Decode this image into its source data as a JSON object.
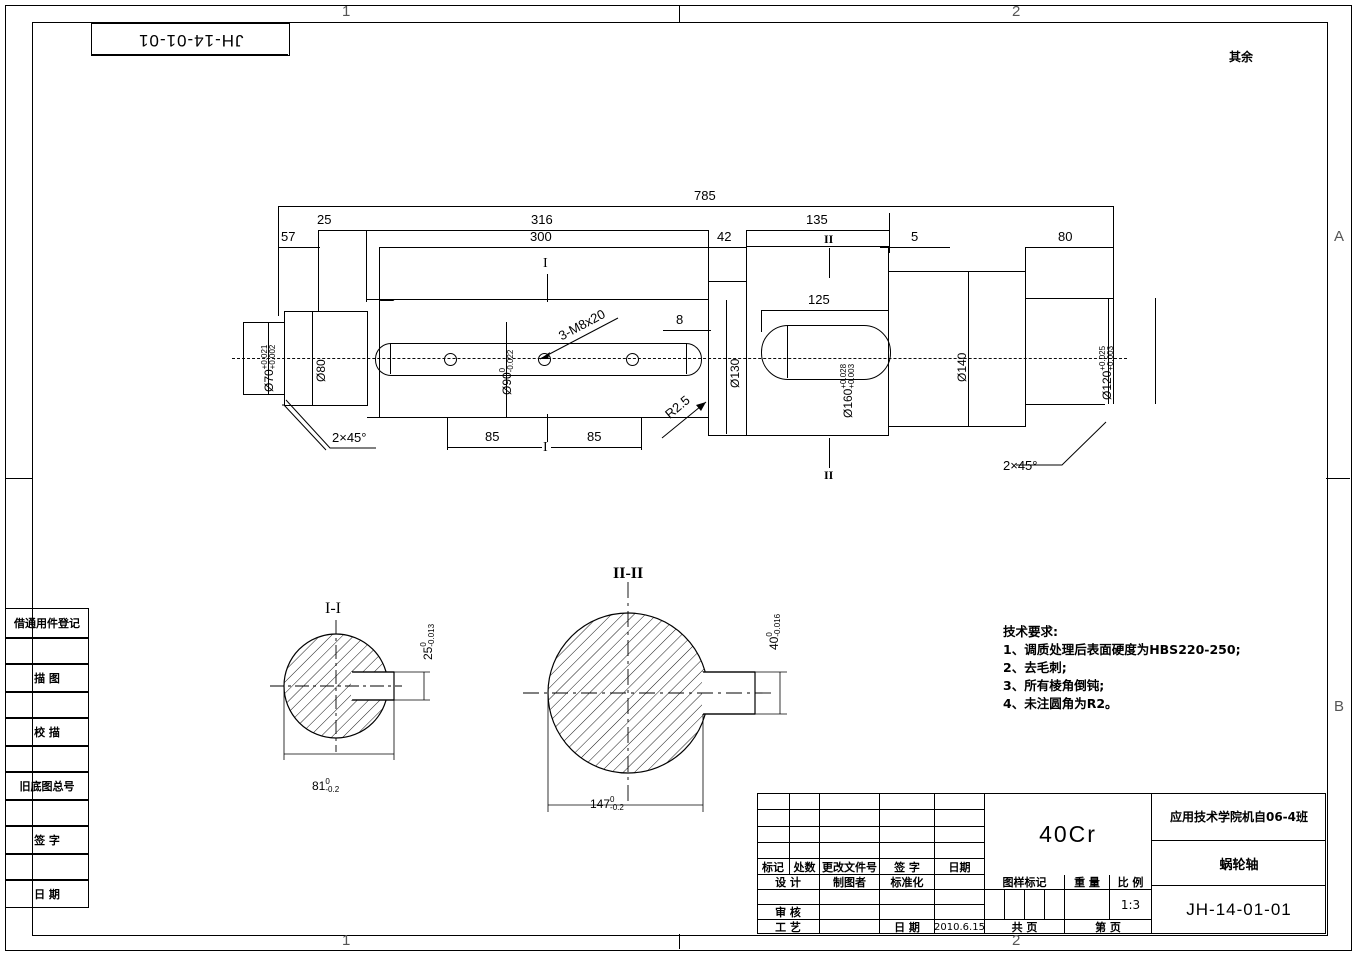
{
  "sheet": {
    "zone_cols": [
      "1",
      "2"
    ],
    "zone_rows": [
      "A",
      "B"
    ],
    "corner_code": "JH-14-01-01",
    "surface_note": "其余"
  },
  "drawing": {
    "title_hint": "蜗轮轴",
    "dimensions": {
      "overall": "785",
      "d25": "25",
      "d57": "57",
      "d316": "316",
      "d300": "300",
      "d42": "42",
      "d135": "135",
      "d125": "125",
      "d5": "5",
      "d80len": "80",
      "d8": "8",
      "d85a": "85",
      "d85b": "85"
    },
    "diameters": {
      "d70": "Ø70",
      "d70_tol_up": "+0.021",
      "d70_tol_lo": "+0.002",
      "d80": "Ø80",
      "d90": "Ø90",
      "d90_tol_up": "0",
      "d90_tol_lo": "-0.022",
      "d130": "Ø130",
      "d160": "Ø160",
      "d160_tol_up": "+0.028",
      "d160_tol_lo": "+0.003",
      "d140": "Ø140",
      "d120": "Ø120",
      "d120_tol_up": "+0.025",
      "d120_tol_lo": "+0.003"
    },
    "annotations": {
      "thread": "3-M8x20",
      "chamfer_left": "2×45°",
      "chamfer_right": "2×45°",
      "radius": "R2.5",
      "section_mark_1": "I",
      "section_mark_2a": "II",
      "section_mark_2b": "II"
    },
    "sections": [
      {
        "title": "I-I",
        "width_dim": "81",
        "width_tol_up": "0",
        "width_tol_lo": "-0.2",
        "depth_dim": "25",
        "depth_tol_up": "0",
        "depth_tol_lo": "-0.013"
      },
      {
        "title": "II-II",
        "width_dim": "147",
        "width_tol_up": "0",
        "width_tol_lo": "-0.2",
        "depth_dim": "40",
        "depth_tol_up": "0",
        "depth_tol_lo": "-0.016"
      }
    ]
  },
  "tech_notes": {
    "heading": "技术要求:",
    "lines": [
      "1、调质处理后表面硬度为HBS220-250;",
      "2、去毛刺;",
      "3、所有棱角倒钝;",
      "4、未注圆角为R2。"
    ]
  },
  "left_margin": {
    "items": [
      "借通用件登记",
      "描 图",
      "校 描",
      "旧底图总号",
      "签 字",
      "日 期"
    ]
  },
  "title_block": {
    "rev_headers": [
      "标记",
      "处数",
      "更改文件号",
      "签 字",
      "日期"
    ],
    "row_design": [
      "设 计",
      "制图者",
      "标准化",
      ""
    ],
    "row_review": [
      "审 核",
      "",
      "",
      ""
    ],
    "row_process_label": "工 艺",
    "row_date_label": "日 期",
    "date_value": "2010.6.15",
    "material": "40Cr",
    "stage_header": "图样标记",
    "weight_header": "重 量",
    "scale_header": "比 例",
    "scale_value": "1:3",
    "sheet_total_label": "共    页",
    "sheet_no_label": "第    页",
    "org": "应用技术学院机自06-4班",
    "part_name": "蜗轮轴",
    "drawing_no": "JH-14-01-01"
  }
}
